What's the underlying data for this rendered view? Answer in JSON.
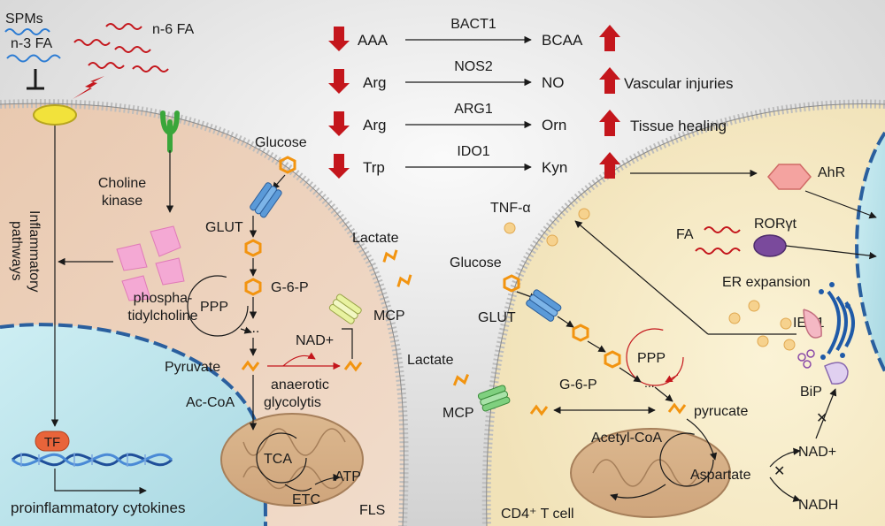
{
  "top_left": {
    "spms": "SPMs",
    "n3fa": "n-3 FA",
    "n6fa": "n-6 FA"
  },
  "reactions": [
    {
      "substrate": "AAA",
      "enzyme": "BACT1",
      "product": "BCAA",
      "effect": ""
    },
    {
      "substrate": "Arg",
      "enzyme": "NOS2",
      "product": "NO",
      "effect": "Vascular injuries"
    },
    {
      "substrate": "Arg",
      "enzyme": "ARG1",
      "product": "Orn",
      "effect": "Tissue healing"
    },
    {
      "substrate": "Trp",
      "enzyme": "IDO1",
      "product": "Kyn",
      "effect": ""
    }
  ],
  "fls": {
    "cell_label": "FLS",
    "glucose": "Glucose",
    "glut": "GLUT",
    "g6p": "G-6-P",
    "ppp": "PPP",
    "dots": "...",
    "pyruvate": "Pyruvate",
    "nad": "NAD+",
    "anaerotic_1": "anaerotic",
    "anaerotic_2": "glycolytis",
    "acetyl": "Ac-CoA",
    "tca": "TCA",
    "etc": "ETC",
    "atp": "ATP",
    "lactate": "Lactate",
    "mcp": "MCP",
    "choline_1": "Choline",
    "choline_2": "kinase",
    "phospha_1": "phospha-",
    "phospha_2": "tidylcholine",
    "inflam_1": "Inflammatory",
    "inflam_2": "pathways",
    "tf": "TF",
    "cytokines": "proinflammatory cytokines"
  },
  "tcell": {
    "cell_label": "CD4⁺ T cell",
    "tnf": "TNF-α",
    "glucose": "Glucose",
    "glut": "GLUT",
    "g6p": "G-6-P",
    "ppp": "PPP",
    "dots": "...",
    "pyrucate": "pyrucate",
    "lactate": "Lactate",
    "mcp": "MCP",
    "acetyl": "Acetyl-CoA",
    "aspartate": "Aspartate",
    "nad": "NAD+",
    "nadh": "NADH",
    "ahr": "AhR",
    "fa": "FA",
    "rorgt": "RORγt",
    "er": "ER expansion",
    "ier1": "IER1",
    "bip": "BiP"
  },
  "colors": {
    "up_arrow": "#c4161c",
    "fls_fill": "#e7c7ad",
    "tcell_fill": "#f7ecc8",
    "nucleus": "#bfe3ea",
    "mito": "#d9b48c"
  }
}
